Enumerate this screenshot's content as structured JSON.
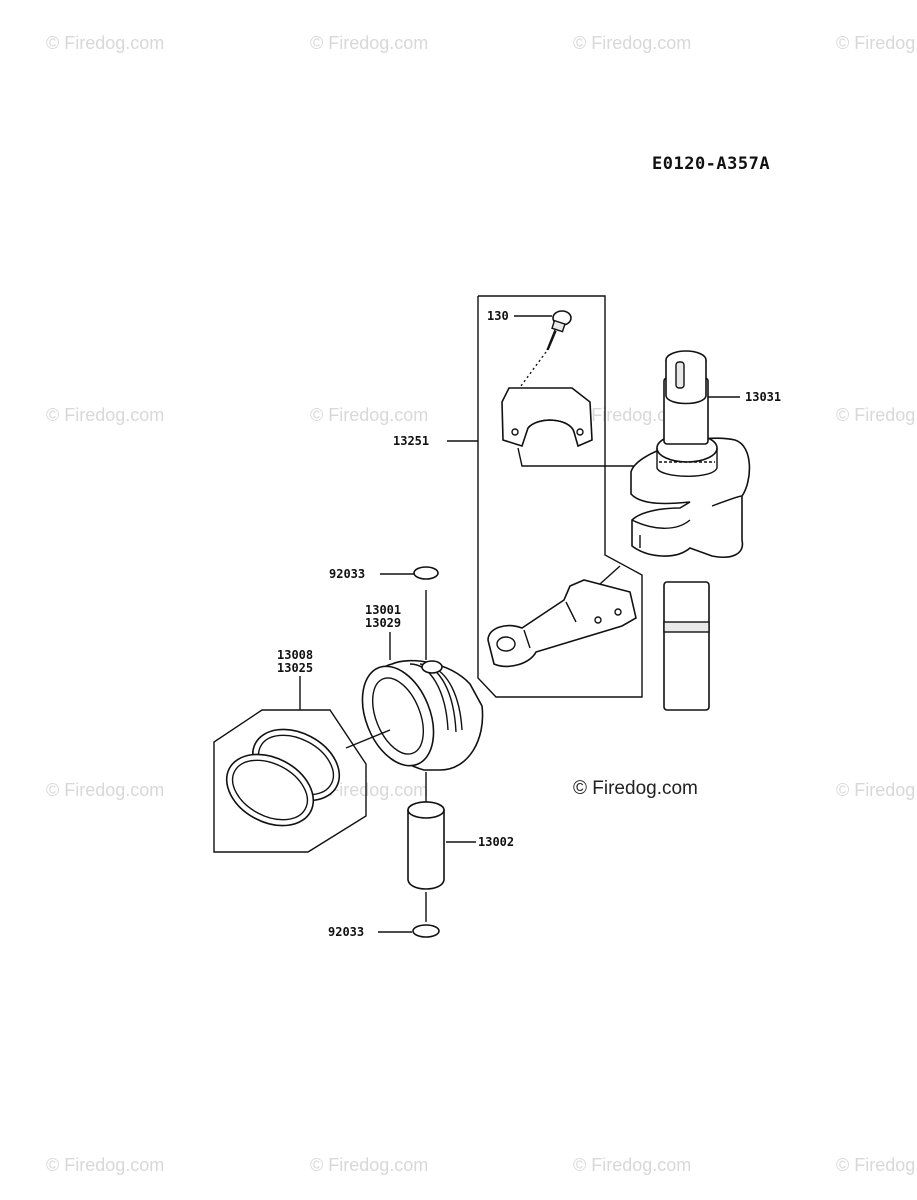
{
  "watermark": "© Firedog.com",
  "diagram_ref": "E0120-A357A",
  "copyright": "© Firedog.com",
  "parts": {
    "bolt": "130",
    "crankshaft": "13031",
    "connecting_rod_group": "13251",
    "circlip_top": "92033",
    "piston_a": "13001",
    "piston_b": "13029",
    "ring_a": "13008",
    "ring_b": "13025",
    "piston_pin": "13002",
    "circlip_bottom": "92033"
  }
}
